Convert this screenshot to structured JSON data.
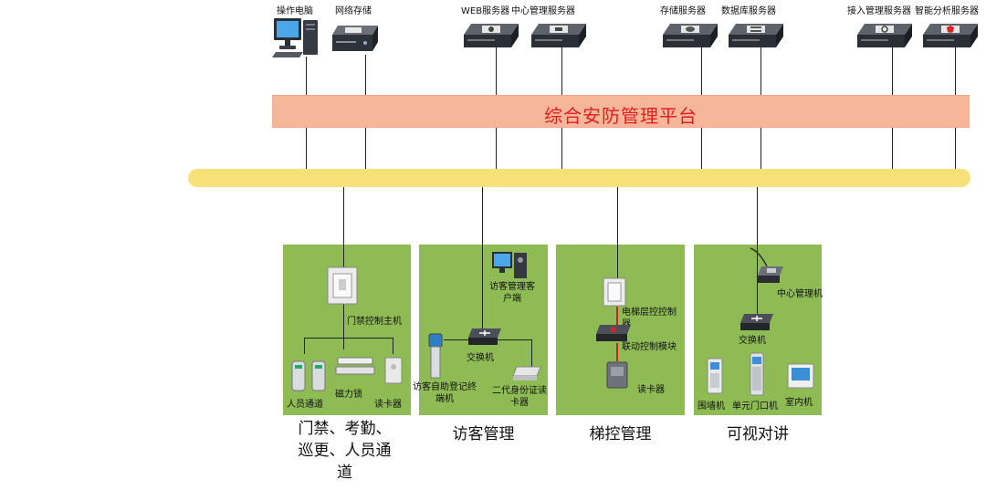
{
  "platform": {
    "title": "综合安防管理平台"
  },
  "top_devices": [
    {
      "label": "操作电脑"
    },
    {
      "label": "网络存储"
    },
    {
      "label": "WEB服务器"
    },
    {
      "label": "中心管理服务器"
    },
    {
      "label": "存储服务器"
    },
    {
      "label": "数据库服务器"
    },
    {
      "label": "接入管理服务器"
    },
    {
      "label": "智能分析服务器"
    }
  ],
  "panels": {
    "access": {
      "section": "门禁、考勤、巡更、人员通道",
      "controller": "门禁控制主机",
      "gate": "人员通道",
      "maglock": "磁力锁",
      "reader": "读卡器"
    },
    "visitor": {
      "section": "访客管理",
      "client": "访客管理客户端",
      "switch": "交换机",
      "kiosk": "访客自助登记终端机",
      "idreader": "二代身份证读卡器"
    },
    "elevator": {
      "section": "梯控管理",
      "controller": "电梯层控控制器",
      "linkage": "联动控制模块",
      "reader": "读卡器"
    },
    "intercom": {
      "section": "可视对讲",
      "center": "中心管理机",
      "switch": "交换机",
      "wall": "围墙机",
      "door": "单元门口机",
      "indoor": "室内机"
    }
  }
}
